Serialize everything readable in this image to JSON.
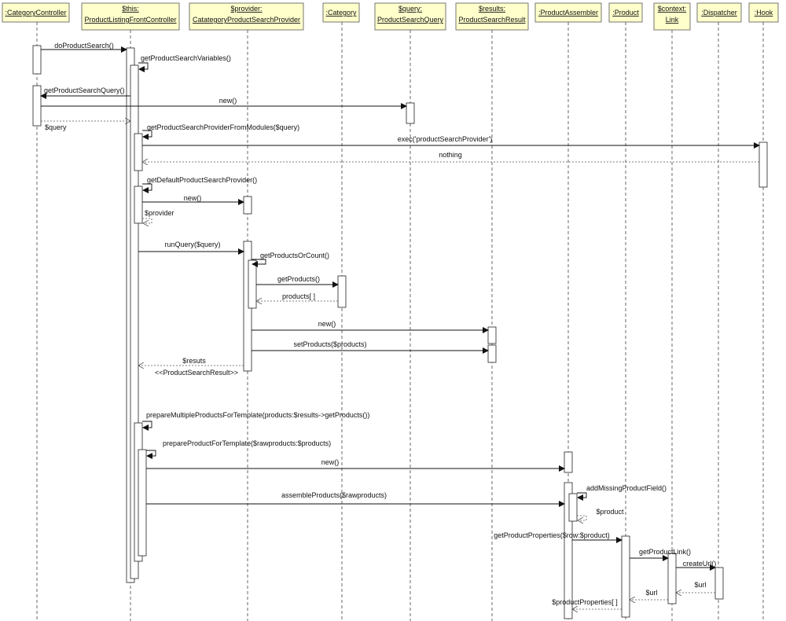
{
  "participants": [
    {
      "id": "cc",
      "lines": [
        ":CategoryController"
      ]
    },
    {
      "id": "plf",
      "lines": [
        "$this:",
        "ProductListingFrontController"
      ]
    },
    {
      "id": "prov",
      "lines": [
        "$provider:",
        "CatategoryProductSearchProvider"
      ]
    },
    {
      "id": "cat",
      "lines": [
        ":Category"
      ]
    },
    {
      "id": "psq",
      "lines": [
        "$query:",
        "ProductSearchQuery"
      ]
    },
    {
      "id": "psr",
      "lines": [
        "$results:",
        "ProductSearchResult"
      ]
    },
    {
      "id": "pa",
      "lines": [
        ":ProductAssembler"
      ]
    },
    {
      "id": "prod",
      "lines": [
        ":Product"
      ]
    },
    {
      "id": "link",
      "lines": [
        "$context:",
        "Link"
      ]
    },
    {
      "id": "disp",
      "lines": [
        ":Dispatcher"
      ]
    },
    {
      "id": "hook",
      "lines": [
        ":Hook"
      ]
    }
  ],
  "messages": [
    {
      "id": "m1",
      "label": "doProductSearch()",
      "kind": "call"
    },
    {
      "id": "m2",
      "label": "getProductSearchVariables()",
      "kind": "self"
    },
    {
      "id": "m3",
      "label": "getProductSearchQuery()",
      "kind": "self"
    },
    {
      "id": "m4",
      "label": "new()",
      "kind": "call"
    },
    {
      "id": "m5",
      "label": "$query",
      "kind": "return"
    },
    {
      "id": "m6",
      "label": "getProductSearchProviderFromModules($query)",
      "kind": "self"
    },
    {
      "id": "m7",
      "label": "exec('productSearchProvider')",
      "kind": "call"
    },
    {
      "id": "m8",
      "label": "nothing",
      "kind": "return"
    },
    {
      "id": "m9",
      "label": "getDefaultProductSearchProvider()",
      "kind": "self"
    },
    {
      "id": "m10",
      "label": "new()",
      "kind": "call"
    },
    {
      "id": "m11",
      "label": "$provider",
      "kind": "self-return"
    },
    {
      "id": "m12",
      "label": "runQuery($query)",
      "kind": "call"
    },
    {
      "id": "m13",
      "label": "getProductsOrCount()",
      "kind": "self"
    },
    {
      "id": "m14",
      "label": "getProducts()",
      "kind": "call"
    },
    {
      "id": "m15",
      "label": "products[ ]",
      "kind": "return"
    },
    {
      "id": "m16",
      "label": "new()",
      "kind": "call"
    },
    {
      "id": "m17",
      "label": "setProducts($products)",
      "kind": "call"
    },
    {
      "id": "m18",
      "label": "$resuts",
      "kind": "return"
    },
    {
      "id": "m18b",
      "label": "<<ProductSearchResult>>",
      "kind": "note"
    },
    {
      "id": "m19",
      "label": "prepareMultipleProductsForTemplate(products:$results->getProducts())",
      "kind": "self"
    },
    {
      "id": "m20",
      "label": "prepareProductForTemplate($rawproducts:$products)",
      "kind": "self"
    },
    {
      "id": "m21",
      "label": "new()",
      "kind": "call"
    },
    {
      "id": "m22",
      "label": "assembleProducts($rawproducts)",
      "kind": "call"
    },
    {
      "id": "m23",
      "label": "addMissingProductField()",
      "kind": "self"
    },
    {
      "id": "m24",
      "label": "$product",
      "kind": "self-return"
    },
    {
      "id": "m25",
      "label": "getProductProperties($row:$product)",
      "kind": "call"
    },
    {
      "id": "m26",
      "label": "getProductLink()",
      "kind": "call"
    },
    {
      "id": "m27",
      "label": "createUrl()",
      "kind": "call"
    },
    {
      "id": "m28",
      "label": "$url",
      "kind": "return"
    },
    {
      "id": "m29",
      "label": "$url",
      "kind": "return"
    },
    {
      "id": "m30",
      "label": "$productProperties[ ]",
      "kind": "return"
    }
  ]
}
